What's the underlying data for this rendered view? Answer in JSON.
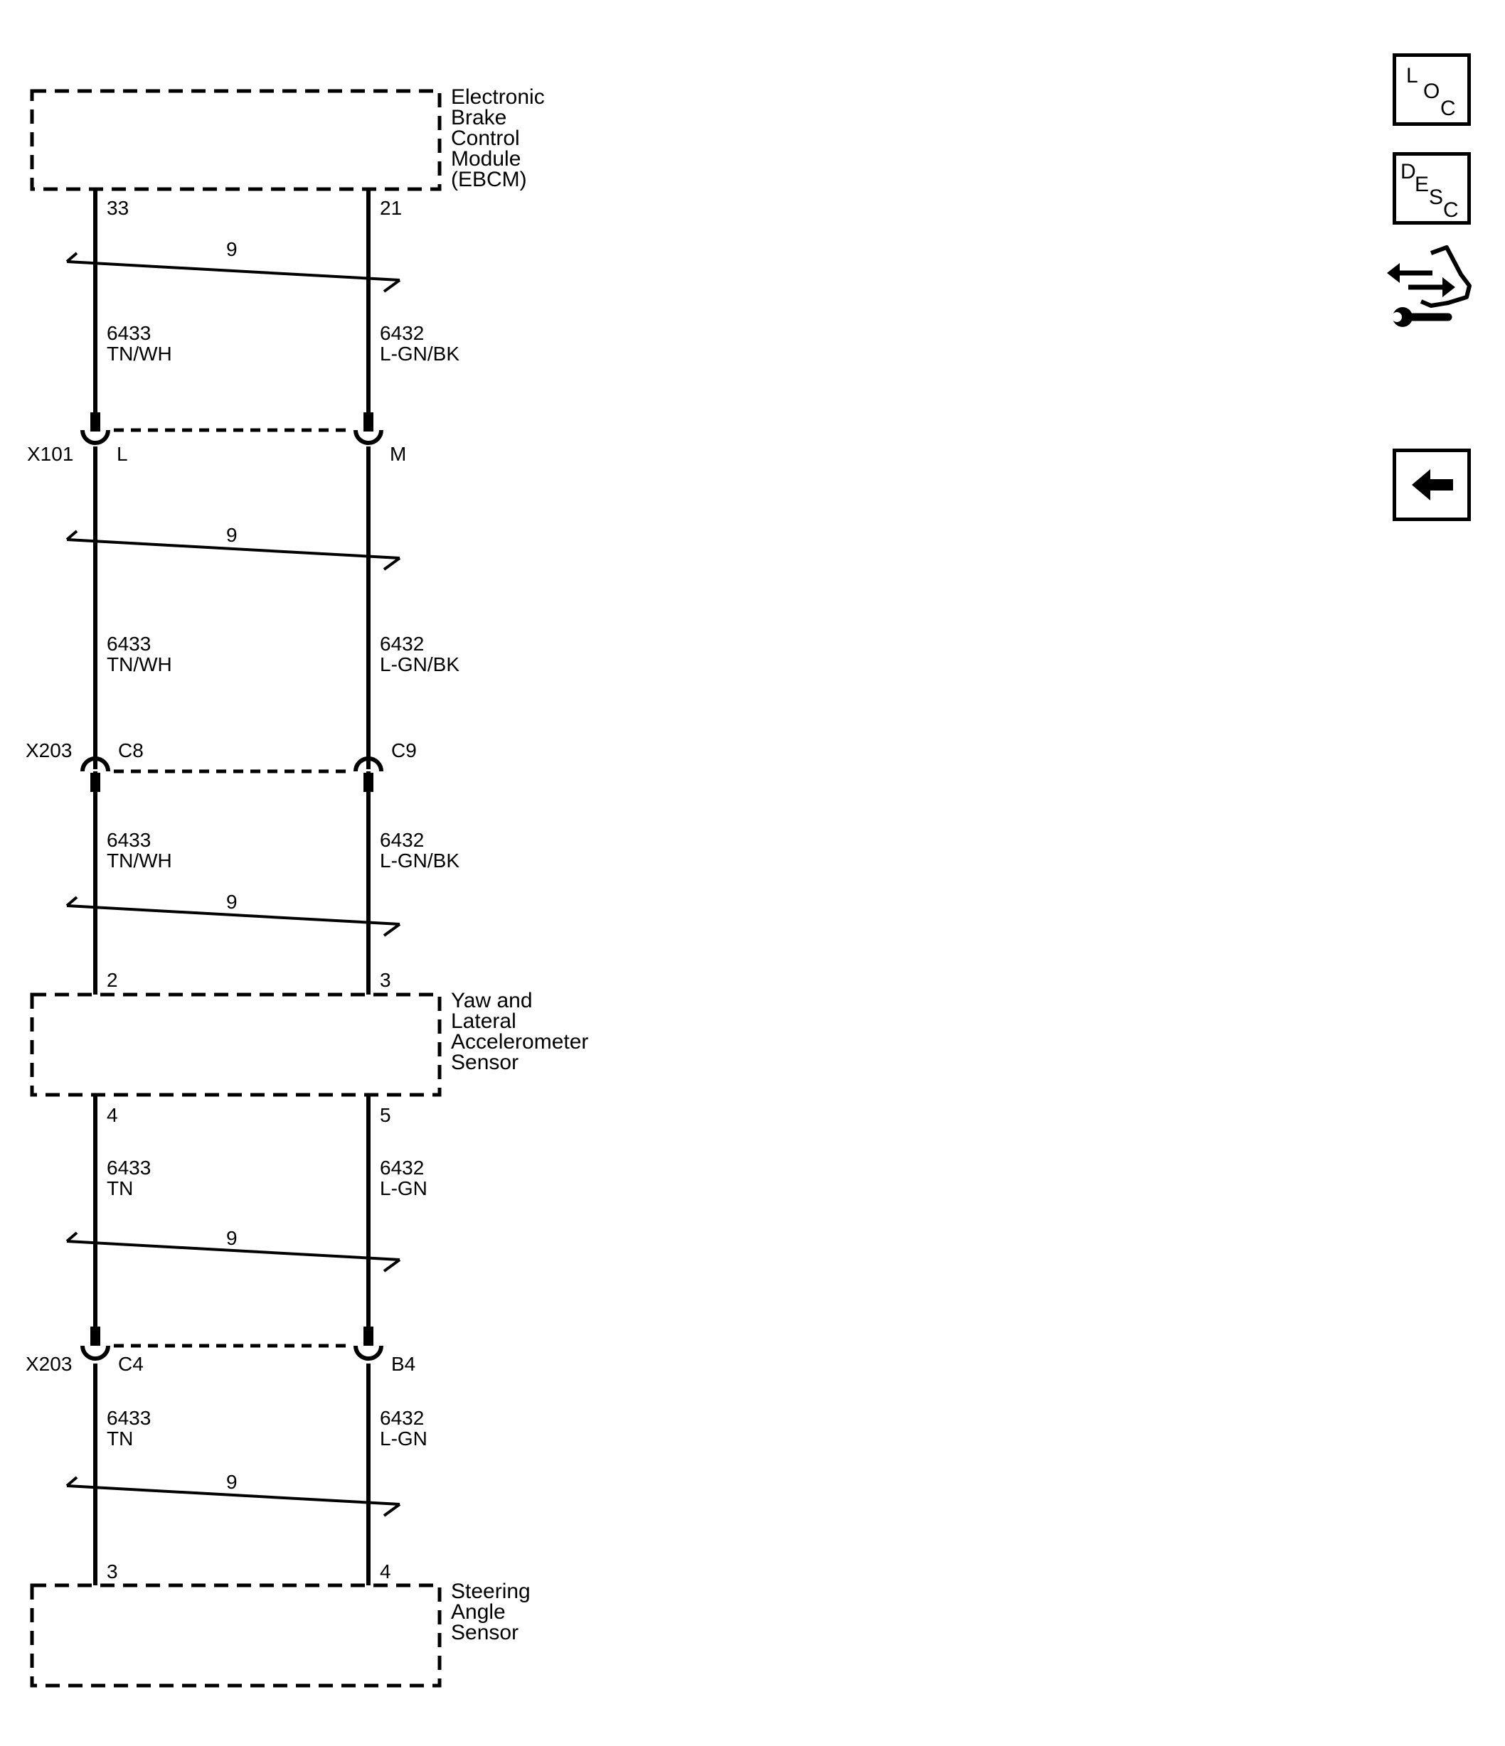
{
  "modules": {
    "ebcm": {
      "label_lines": [
        "Electronic",
        "Brake",
        "Control",
        "Module",
        "(EBCM)"
      ],
      "pin_left": "33",
      "pin_right": "21"
    },
    "yaw": {
      "label_lines": [
        "Yaw and",
        "Lateral",
        "Accelerometer",
        "Sensor"
      ],
      "pin_top_left": "2",
      "pin_top_right": "3",
      "pin_bottom_left": "4",
      "pin_bottom_right": "5"
    },
    "steering": {
      "label_lines": [
        "Steering",
        "Angle",
        "Sensor"
      ],
      "pin_left": "3",
      "pin_right": "4"
    }
  },
  "twist_label": "9",
  "wires": {
    "seg1": {
      "left_circuit": "6433",
      "left_color": "TN/WH",
      "right_circuit": "6432",
      "right_color": "L-GN/BK"
    },
    "seg2": {
      "left_circuit": "6433",
      "left_color": "TN/WH",
      "right_circuit": "6432",
      "right_color": "L-GN/BK"
    },
    "seg3": {
      "left_circuit": "6433",
      "left_color": "TN/WH",
      "right_circuit": "6432",
      "right_color": "L-GN/BK"
    },
    "seg4": {
      "left_circuit": "6433",
      "left_color": "TN",
      "right_circuit": "6432",
      "right_color": "L-GN"
    },
    "seg5": {
      "left_circuit": "6433",
      "left_color": "TN",
      "right_circuit": "6432",
      "right_color": "L-GN"
    }
  },
  "connectors": {
    "x101": {
      "name": "X101",
      "pin_left": "L",
      "pin_right": "M"
    },
    "x203a": {
      "name": "X203",
      "pin_left": "C8",
      "pin_right": "C9"
    },
    "x203b": {
      "name": "X203",
      "pin_left": "C4",
      "pin_right": "B4"
    }
  },
  "nav": {
    "loc": {
      "letters": [
        "L",
        "O",
        "C"
      ],
      "icon": "location-icon"
    },
    "desc": {
      "letters": [
        "D",
        "E",
        "S",
        "C"
      ],
      "icon": "description-icon"
    },
    "connector_tool": {
      "icon": "connector-wrench-icon"
    },
    "back": {
      "icon": "back-arrow-icon"
    }
  }
}
